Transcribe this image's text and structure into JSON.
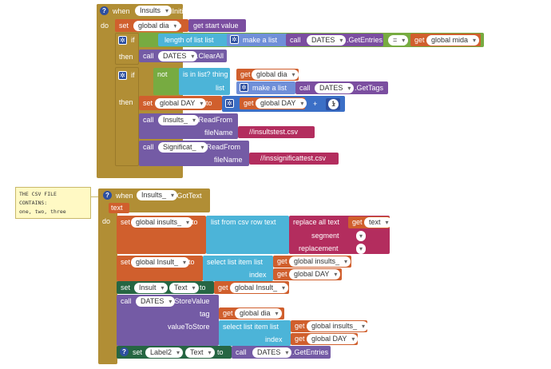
{
  "block1": {
    "when": "when",
    "component": "Insults",
    "event": ".Initialize",
    "do": "do",
    "set_kw": "set",
    "set_var": "global dia",
    "to": "to",
    "get_start": "get start value",
    "if1": {
      "if": "if",
      "length_of_list": "length of list  list",
      "make_list": "make a list",
      "call": "call",
      "dates": "DATES",
      "get_entries": ".GetEntries",
      "eq": "=",
      "get": "get",
      "get_var": "global mida",
      "then": "then",
      "then_call": "call",
      "then_comp": "DATES",
      "clear_all": ".ClearAll"
    },
    "if2": {
      "if": "if",
      "not": "not",
      "is_in_list": "is in list? thing",
      "get": "get",
      "get_var": "global dia",
      "list": "list",
      "make_list": "make a list",
      "call": "call",
      "dates": "DATES",
      "get_tags": ".GetTags",
      "then": "then",
      "set_kw": "set",
      "set_var": "global DAY",
      "to": "to",
      "get2": "get",
      "get2_var": "global DAY",
      "plus": "+",
      "one": "1",
      "call1": "call",
      "comp1": "Insults_",
      "read1": ".ReadFrom",
      "filename1_lbl": "fileName",
      "filename1": "//insultstest.csv",
      "call2": "call",
      "comp2": "Significat_",
      "read2": ".ReadFrom",
      "filename2_lbl": "fileName",
      "filename2": "//inssignificattest.csv"
    }
  },
  "note": {
    "line1": "THE CSV FILE CONTAINS:",
    "line2": "one, two, three"
  },
  "block2": {
    "when": "when",
    "component": "Insults_",
    "event": ".GotText",
    "param": "text",
    "do": "do",
    "set1_kw": "set",
    "set1_var": "global insults_",
    "to1": "to",
    "list_from_csv": "list from csv row  text",
    "replace_all": "replace all text",
    "get_kw": "get",
    "get_text": "text",
    "segment": "segment",
    "segment_val": "",
    "replacement": "replacement",
    "replacement_val": "",
    "set2_kw": "set",
    "set2_var": "global Insult_",
    "to2": "to",
    "select_item": "select list item  list",
    "get_a": "get",
    "get_a_var": "global insults_",
    "index": "index",
    "get_b": "get",
    "get_b_var": "global DAY",
    "set3_kw": "set",
    "set3_comp": "Insult",
    "set3_prop": "Text",
    "to3": "to",
    "get_c": "get",
    "get_c_var": "global Insult_",
    "call_kw": "call",
    "call_comp": "DATES",
    "store_value": ".StoreValue",
    "tag": "tag",
    "get_d": "get",
    "get_d_var": "global dia",
    "value_to_store": "valueToStore",
    "select_item2": "select list item  list",
    "get_e": "get",
    "get_e_var": "global insults_",
    "index2": "index",
    "get_f": "get",
    "get_f_var": "global DAY",
    "set4_kw": "set",
    "set4_comp": "Label2",
    "set4_prop": "Text",
    "to4": "to",
    "call4": "call",
    "call4_comp": "DATES",
    "get_entries": ".GetEntries"
  }
}
